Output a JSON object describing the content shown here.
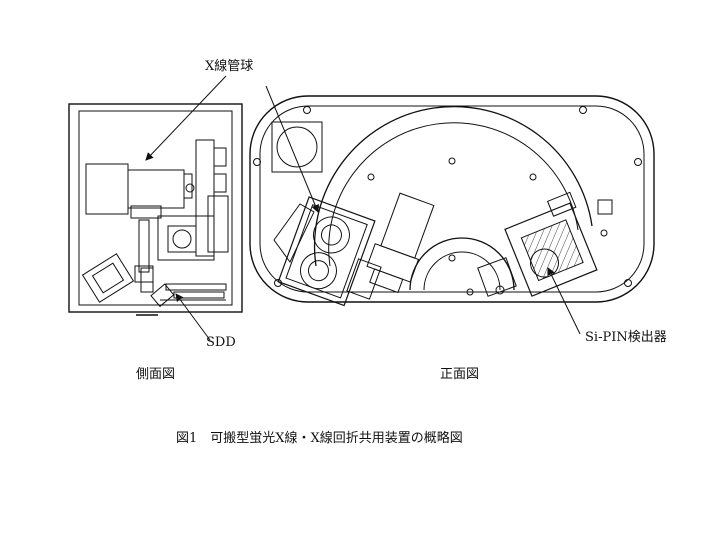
{
  "labels": {
    "xray_tube": "X線管球",
    "sdd": "SDD",
    "sipin": "Si-PIN検出器",
    "side_view": "側面図",
    "front_view": "正面図"
  },
  "caption": "図1　可搬型蛍光X線・X線回折共用装置の概略図",
  "colors": {
    "line": "#111111",
    "background": "#ffffff"
  }
}
